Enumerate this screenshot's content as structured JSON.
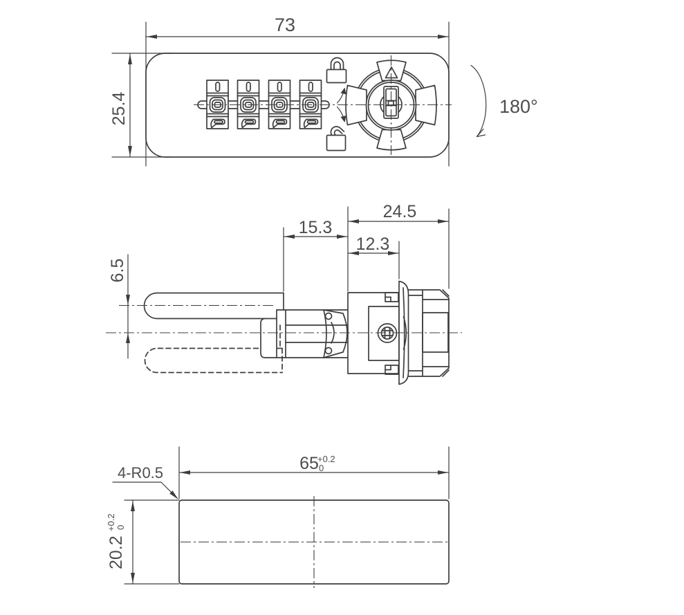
{
  "colors": {
    "background": "#ffffff",
    "line": "#3d3d3d",
    "text": "#4d4d4d"
  },
  "front_view": {
    "width_dim": "73",
    "height_dim": "25.4",
    "rotation_label": "180°"
  },
  "side_view": {
    "total_depth_dim": "24.5",
    "cam_length_dim": "15.3",
    "housing_depth_dim": "12.3",
    "cam_offset_dim": "6.5"
  },
  "cutout_view": {
    "width_dim": "65",
    "width_tol_upper": "+0.2",
    "width_tol_lower": "0",
    "height_dim": "20.2",
    "height_tol_upper": "+0.2",
    "height_tol_lower": "0",
    "corner_radius_label": "4-R0.5"
  }
}
